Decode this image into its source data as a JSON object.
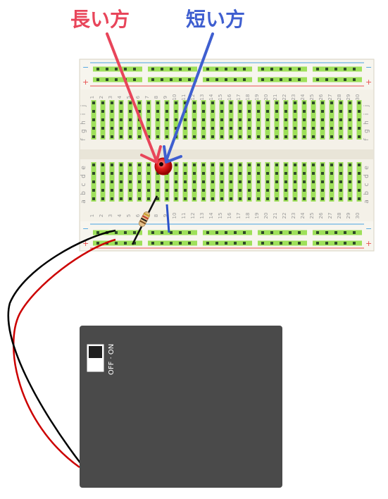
{
  "labels": {
    "long_leg": "長い方",
    "short_leg": "短い方"
  },
  "breadboard": {
    "columns": 30,
    "rows_top": [
      "j",
      "i",
      "h",
      "g",
      "f"
    ],
    "rows_bottom": [
      "e",
      "d",
      "c",
      "b",
      "a"
    ],
    "rail_plus": "+",
    "rail_minus": "−"
  },
  "battery_box": {
    "switch_label": "OFF · ON"
  },
  "colors": {
    "long_label": "#e8455a",
    "short_label": "#3f5fd0",
    "breadboard_bg": "#f4f1e8",
    "strip": "#9ee05a",
    "hole": "#2f4a2a",
    "led": "#e21b1b",
    "battery": "#4a4a4a",
    "wire_red": "#cc0000",
    "wire_black": "#000000"
  }
}
